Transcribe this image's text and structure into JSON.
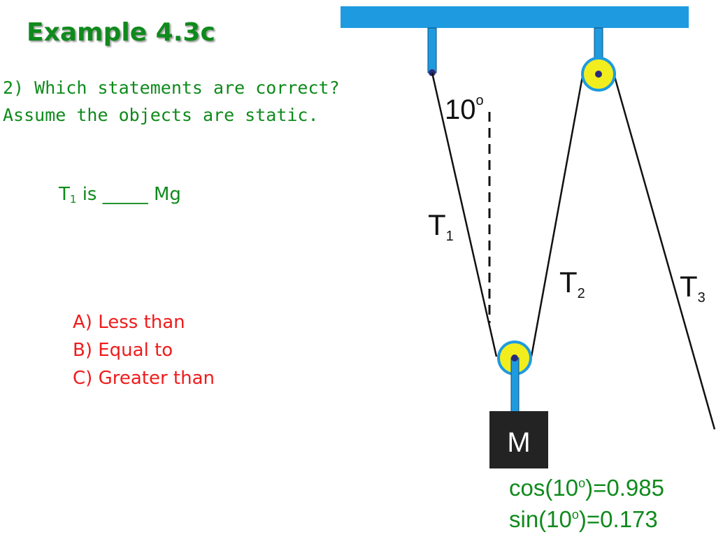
{
  "title": "Example 4.3c",
  "question": {
    "line1": "2) Which statements are correct?",
    "line2": "Assume the objects are static."
  },
  "prompt": {
    "symbol": "T",
    "subscript": "1",
    "text": " is _____ Mg"
  },
  "choices": [
    "A) Less than",
    "B) Equal to",
    "C) Greater than"
  ],
  "diagram": {
    "angle_label": "10",
    "angle_degree_mark": "o",
    "tensions": [
      {
        "symbol": "T",
        "sub": "1"
      },
      {
        "symbol": "T",
        "sub": "2"
      },
      {
        "symbol": "T",
        "sub": "3"
      }
    ],
    "mass_label": "M",
    "colors": {
      "beam": "#1e9be0",
      "pulley": "#f2ee1e",
      "mass": "#232323",
      "rope": "#111111"
    }
  },
  "trig": {
    "cos_prefix": "cos(10",
    "cos_degree": "o",
    "cos_suffix": ")=0.985",
    "sin_prefix": "sin(10",
    "sin_degree": "o",
    "sin_suffix": ")=0.173"
  }
}
